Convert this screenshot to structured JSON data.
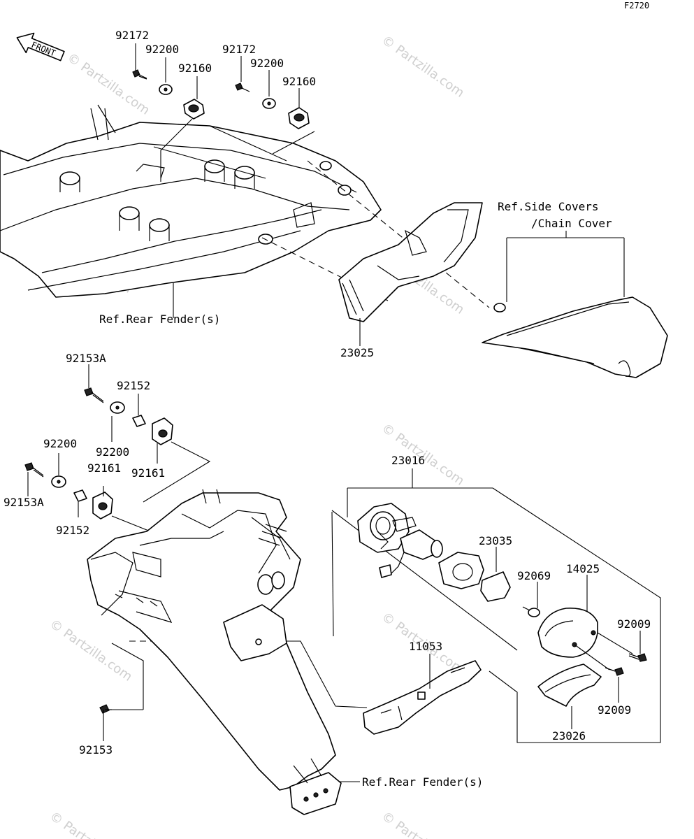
{
  "figure_code": "F2720",
  "front_arrow_text": "FRONT",
  "watermark": "© Partzilla.com",
  "labels": {
    "p92172_a": "92172",
    "p92200_a": "92200",
    "p92160_a": "92160",
    "p92172_b": "92172",
    "p92200_b": "92200",
    "p92160_b": "92160",
    "ref_side_covers_1": "Ref.Side Covers",
    "ref_side_covers_2": "/Chain Cover",
    "ref_rear_fender_top": "Ref.Rear Fender(s)",
    "p23025": "23025",
    "p92153A_a": "92153A",
    "p92152_a": "92152",
    "p92200_c": "92200",
    "p92200_d": "92200",
    "p92161_a": "92161",
    "p92161_b": "92161",
    "p92153A_b": "92153A",
    "p92152_b": "92152",
    "p23016": "23016",
    "p23035": "23035",
    "p92069": "92069",
    "p14025": "14025",
    "p92009_a": "92009",
    "p92009_b": "92009",
    "p11053": "11053",
    "p23026": "23026",
    "p92153": "92153",
    "ref_rear_fender_bottom": "Ref.Rear Fender(s)"
  }
}
